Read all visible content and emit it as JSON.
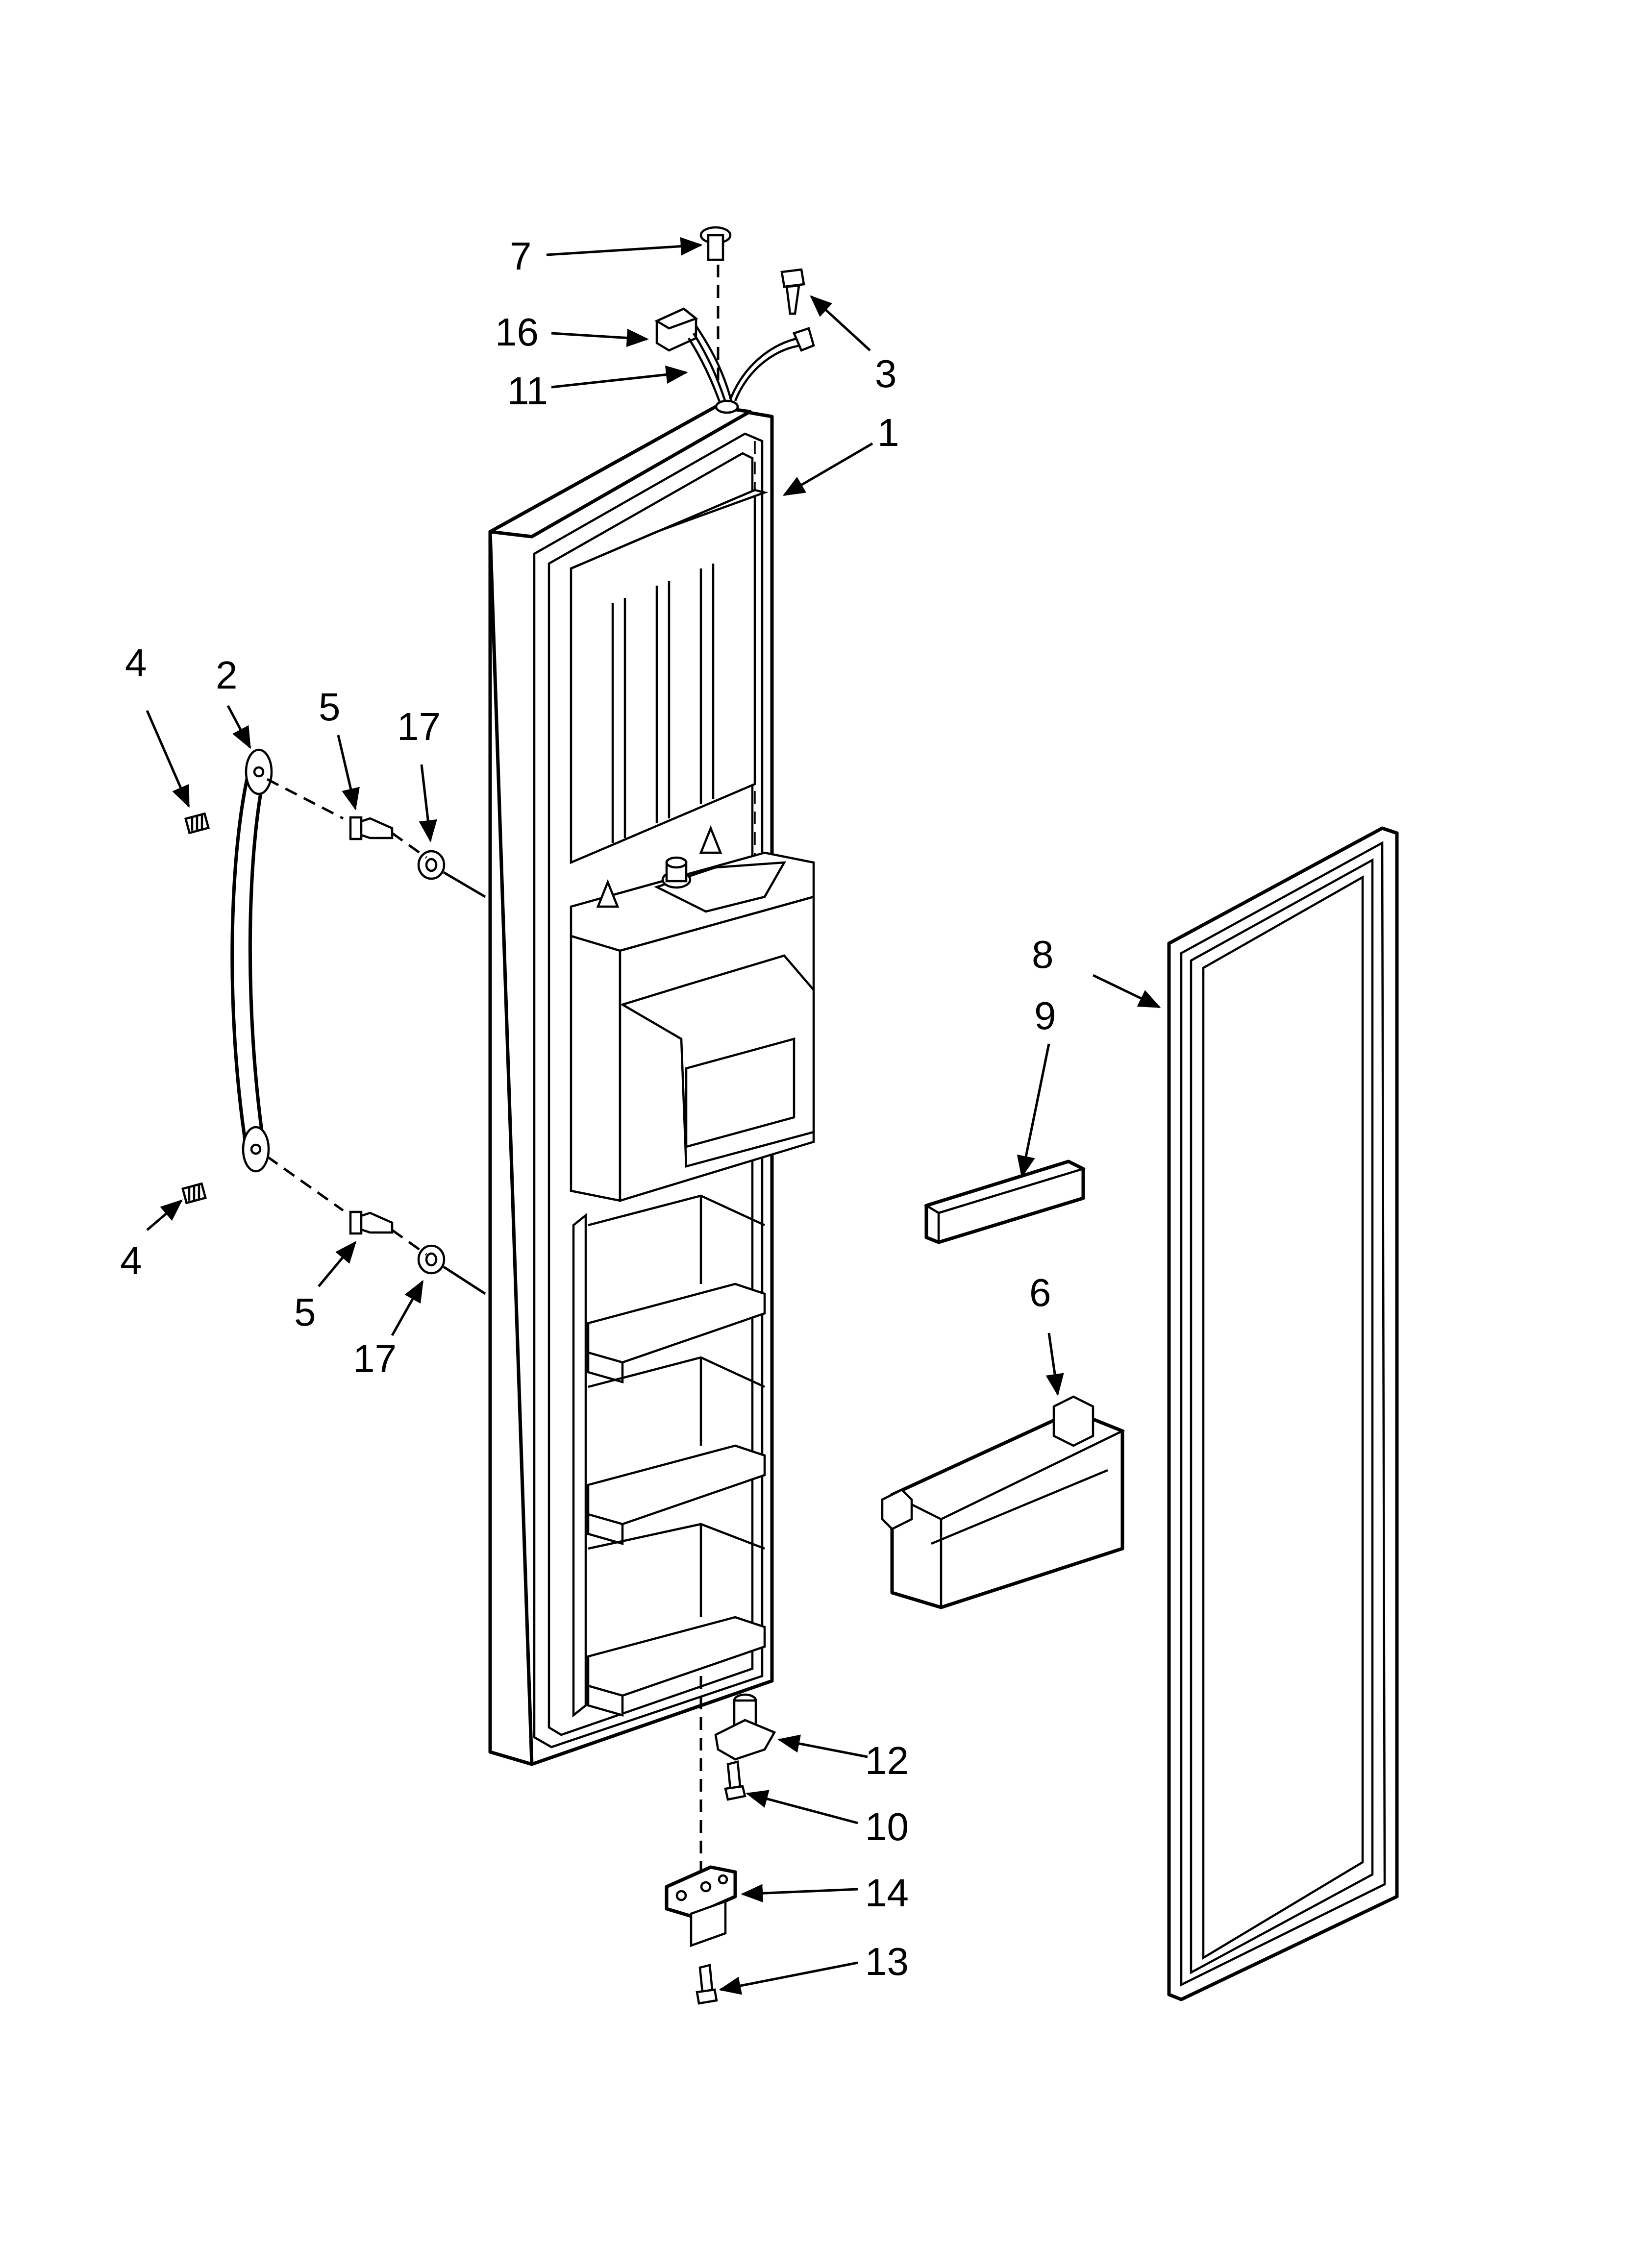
{
  "diagram": {
    "callouts": [
      {
        "id": "c7",
        "label": "7"
      },
      {
        "id": "c16",
        "label": "16"
      },
      {
        "id": "c11",
        "label": "11"
      },
      {
        "id": "c3",
        "label": "3"
      },
      {
        "id": "c1",
        "label": "1"
      },
      {
        "id": "c4a",
        "label": "4"
      },
      {
        "id": "c2",
        "label": "2"
      },
      {
        "id": "c5a",
        "label": "5"
      },
      {
        "id": "c17a",
        "label": "17"
      },
      {
        "id": "c8",
        "label": "8"
      },
      {
        "id": "c9",
        "label": "9"
      },
      {
        "id": "c4b",
        "label": "4"
      },
      {
        "id": "c5b",
        "label": "5"
      },
      {
        "id": "c17b",
        "label": "17"
      },
      {
        "id": "c6",
        "label": "6"
      },
      {
        "id": "c12",
        "label": "12"
      },
      {
        "id": "c10",
        "label": "10"
      },
      {
        "id": "c14",
        "label": "14"
      },
      {
        "id": "c13",
        "label": "13"
      }
    ]
  }
}
